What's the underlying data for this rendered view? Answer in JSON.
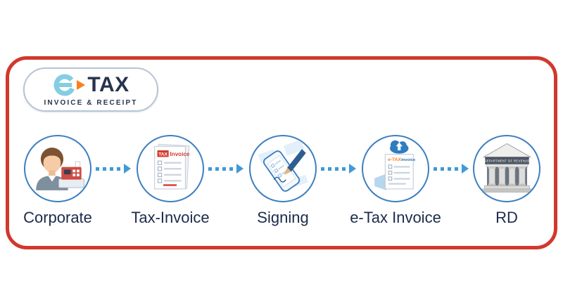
{
  "logo": {
    "tax": "TAX",
    "subtitle": "INVOICE & RECEIPT"
  },
  "steps": [
    {
      "label": "Corporate",
      "icon": "corporate-pos-icon"
    },
    {
      "label": "Tax-Invoice",
      "icon": "tax-invoice-document-icon"
    },
    {
      "label": "Signing",
      "icon": "phone-signing-icon"
    },
    {
      "label": "e-Tax Invoice",
      "icon": "etax-cloud-document-icon"
    },
    {
      "label": "RD",
      "icon": "revenue-department-building-icon"
    }
  ],
  "icons": {
    "tax_doc": {
      "tax": "TAX",
      "invoice": "Invoice"
    },
    "etax_doc": {
      "e_tax": "e-TAX",
      "invoice": "Invoice"
    },
    "building": {
      "label": "DEPARTMENT OF REVENUE"
    }
  },
  "colors": {
    "frame_red": "#d2382c",
    "circle_blue": "#3e7fc1",
    "arrow_blue": "#3f9ad6",
    "text_navy": "#1c2b4c",
    "logo_blue": "#84cde2",
    "logo_orange": "#f58220"
  }
}
